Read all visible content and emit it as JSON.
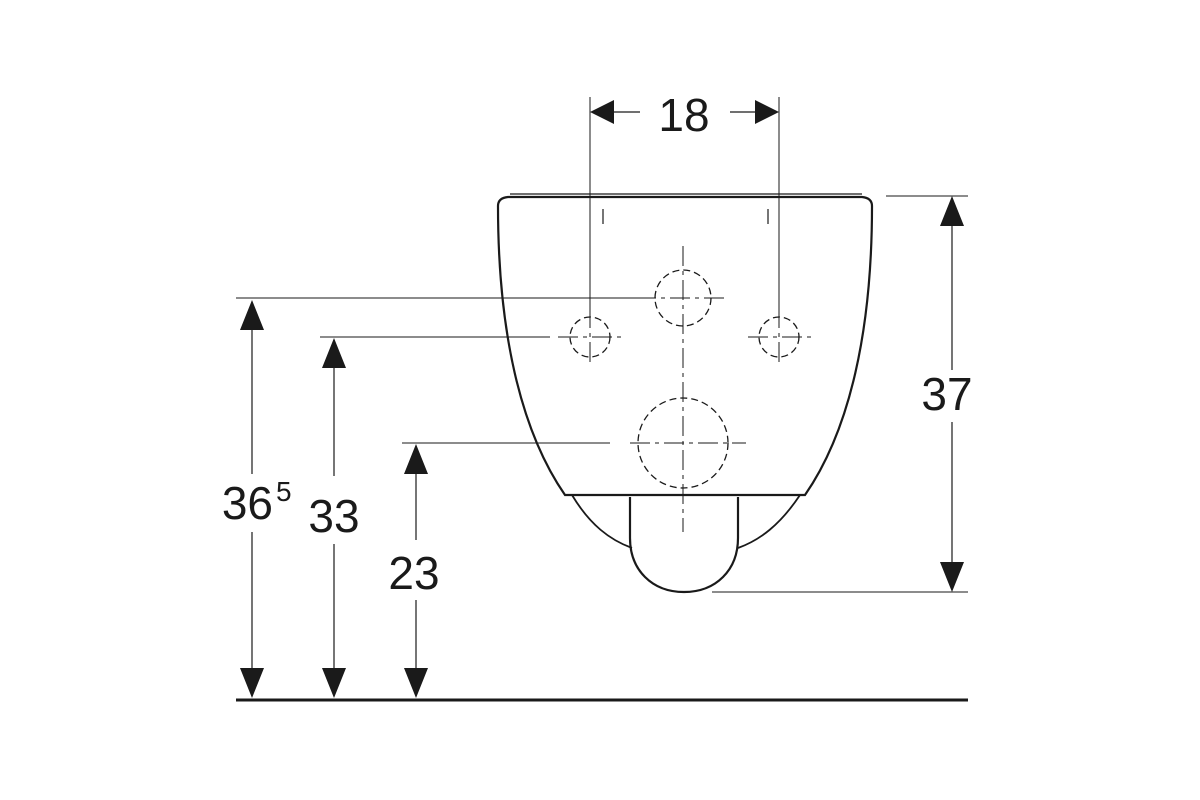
{
  "dimensions": {
    "hole_spacing": {
      "label": "18"
    },
    "overall_height": {
      "label": "37"
    },
    "fixing_height": {
      "label": "36",
      "superscript": "5"
    },
    "inlet_height": {
      "label": "33"
    },
    "outlet_height": {
      "label": "23"
    }
  }
}
